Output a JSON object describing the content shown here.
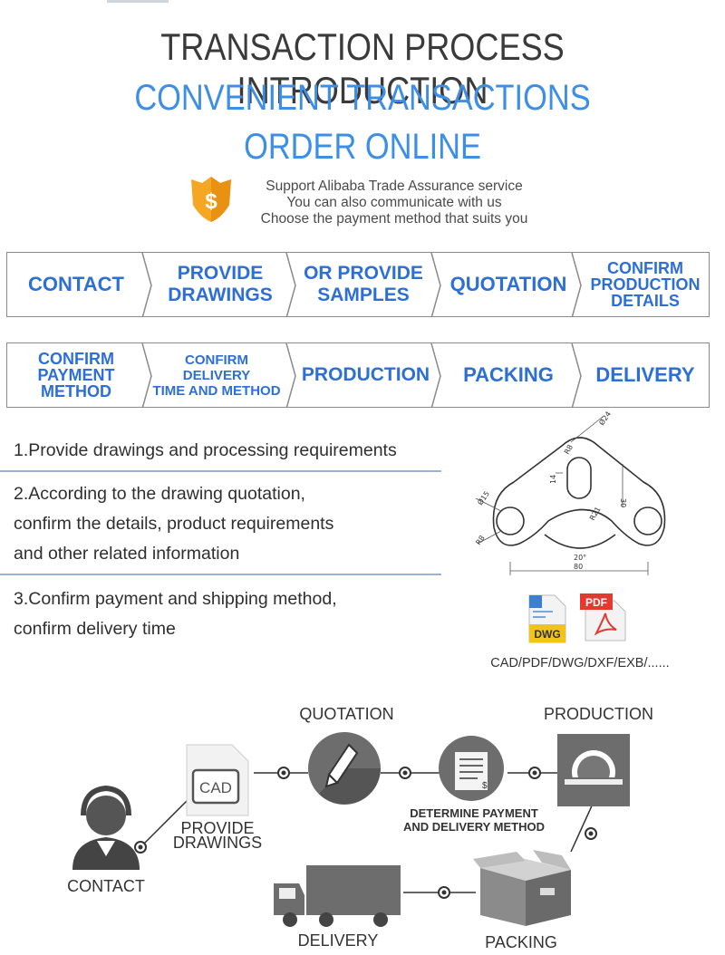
{
  "titles": {
    "main": "TRANSACTION PROCESS INTRODUCTION",
    "sub1": "CONVENIENT TRANSACTIONS",
    "sub2": "ORDER ONLINE"
  },
  "support": {
    "line1": "Support Alibaba Trade Assurance service",
    "line2": "You can also communicate with us",
    "line3": "Choose the payment method that suits you"
  },
  "flow_row1": [
    {
      "lines": [
        "CONTACT"
      ]
    },
    {
      "lines": [
        "PROVIDE",
        "DRAWINGS"
      ]
    },
    {
      "lines": [
        "OR PROVIDE",
        "SAMPLES"
      ]
    },
    {
      "lines": [
        "QUOTATION"
      ]
    },
    {
      "lines": [
        "CONFIRM",
        "PRODUCTION",
        "DETAILS"
      ]
    }
  ],
  "flow_row2": [
    {
      "lines": [
        "CONFIRM",
        "PAYMENT",
        "METHOD"
      ]
    },
    {
      "lines": [
        "CONFIRM",
        "DELIVERY",
        "TIME AND METHOD"
      ]
    },
    {
      "lines": [
        "PRODUCTION"
      ]
    },
    {
      "lines": [
        "PACKING"
      ]
    },
    {
      "lines": [
        "DELIVERY"
      ]
    }
  ],
  "requirements": {
    "r1": "1.Provide drawings and processing requirements",
    "r2a": "2.According to the drawing quotation,",
    "r2b": "confirm the details, product requirements",
    "r2c": "and other related information",
    "r3a": "3.Confirm payment and shipping method,",
    "r3b": "confirm delivery time"
  },
  "drawing_dims": {
    "d1": "Ø24",
    "d2": "R8",
    "d3": "14",
    "d4": "30",
    "d5": "R21",
    "d6": "Ø15",
    "d7": "R8",
    "d8": "20°",
    "d9": "80"
  },
  "file_icons": {
    "dwg": "DWG",
    "pdf": "PDF"
  },
  "formats": "CAD/PDF/DWG/DXF/EXB/......",
  "process": {
    "quotation": "QUOTATION",
    "production": "PRODUCTION",
    "provide1": "PROVIDE",
    "provide2": "DRAWINGS",
    "cad": "CAD",
    "determine1": "DETERMINE PAYMENT",
    "determine2": "AND DELIVERY METHOD",
    "contact": "CONTACT",
    "delivery": "DELIVERY",
    "packing": "PACKING"
  },
  "colors": {
    "accent": "#3d8fe6",
    "flow_text": "#2d6fd4",
    "dark": "#3a3a3a",
    "shield": "#f5a623"
  }
}
